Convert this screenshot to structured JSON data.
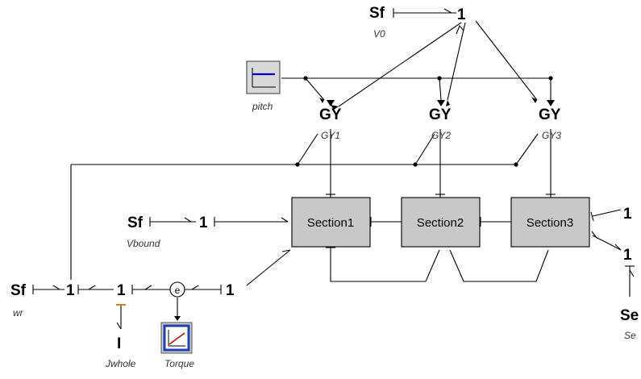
{
  "diagram": {
    "elements": {
      "sf_v0": "Sf",
      "one_v0": "1",
      "gy1": "GY",
      "gy2": "GY",
      "gy3": "GY",
      "sf_vbound": "Sf",
      "one_vbound": "1",
      "section1": "Section1",
      "section2": "Section2",
      "section3": "Section3",
      "one_r1": "1",
      "one_r2": "1",
      "se": "Se",
      "sf_wr": "Sf",
      "one_wr": "1",
      "one_mid": "1",
      "sensor": "e",
      "one_torque": "1",
      "i_elem": "I"
    },
    "labels": {
      "v0": "V0",
      "pitch": "pitch",
      "gy1": "GY1",
      "gy2": "GY2",
      "gy3": "GY3",
      "vbound": "Vbound",
      "wr": "wr",
      "jwhole": "Jwhole",
      "torque": "Torque",
      "se": "Se"
    },
    "icons": {
      "pitch_source": "step-signal-icon",
      "torque_plot": "plot-monitor-icon"
    },
    "colors": {
      "section_fill": "#c8c8c8",
      "plot_frame": "#1f3fb0",
      "signal_line": "#0000cc",
      "plot_trace": "#cc0000",
      "i_port": "#e07a1c"
    }
  }
}
